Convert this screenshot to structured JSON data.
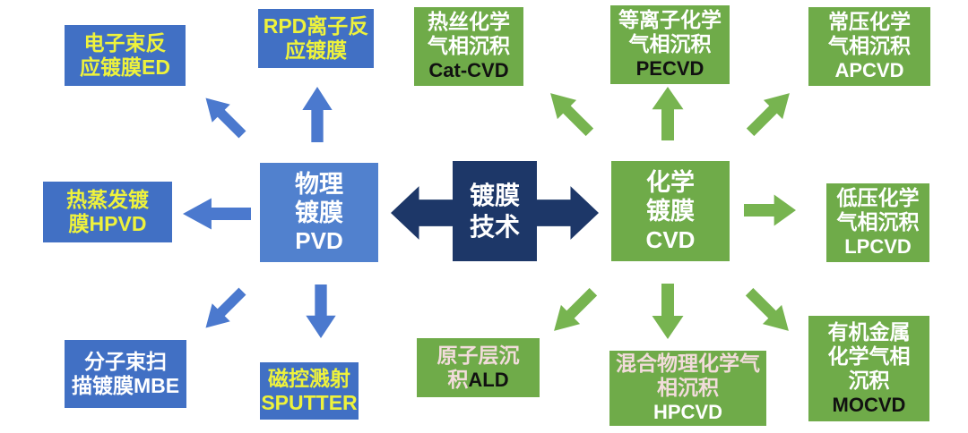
{
  "center": {
    "label": "镀膜\n技术"
  },
  "pvd": {
    "main": {
      "title": "物理\n镀膜",
      "acronym": "PVD"
    },
    "branches": [
      {
        "id": "ed",
        "label": "电子束反\n应镀膜ED"
      },
      {
        "id": "rpd",
        "label": "RPD离子反\n应镀膜"
      },
      {
        "id": "hpvd",
        "label": "热蒸发镀\n膜HPVD"
      },
      {
        "id": "mbe",
        "label": "分子束扫\n描镀膜MBE"
      },
      {
        "id": "sputter",
        "label": "磁控溅射\nSPUTTER"
      }
    ]
  },
  "cvd": {
    "main": {
      "title": "化学\n镀膜",
      "acronym": "CVD"
    },
    "branches": [
      {
        "id": "cat-cvd",
        "cn": "热丝化学\n气相沉积",
        "acronym": "Cat-CVD"
      },
      {
        "id": "pecvd",
        "cn": "等离子化学\n气相沉积",
        "acronym": "PECVD"
      },
      {
        "id": "apcvd",
        "cn": "常压化学\n气相沉积",
        "acronym": "APCVD"
      },
      {
        "id": "lpcvd",
        "cn": "低压化学\n气相沉积",
        "acronym": "LPCVD"
      },
      {
        "id": "ald",
        "cn": "原子层沉\n积",
        "acronym": "ALD"
      },
      {
        "id": "hpcvd",
        "cn": "混合物理化学气\n相沉积",
        "acronym": "HPCVD"
      },
      {
        "id": "mocvd",
        "cn": "有机金属\n化学气相\n沉积",
        "acronym": "MOCVD"
      }
    ]
  },
  "colors": {
    "navy": "#1d3768",
    "blue_box": "#4170c4",
    "blue_main_box": "#5181ce",
    "blue_arrow": "#4b79ce",
    "green_box": "#6fab49",
    "green_arrow": "#77b450",
    "yellow_text": "#eef23c",
    "pink_text": "#f2dcdb",
    "white_text": "#ffffff",
    "black_text": "#111111"
  }
}
